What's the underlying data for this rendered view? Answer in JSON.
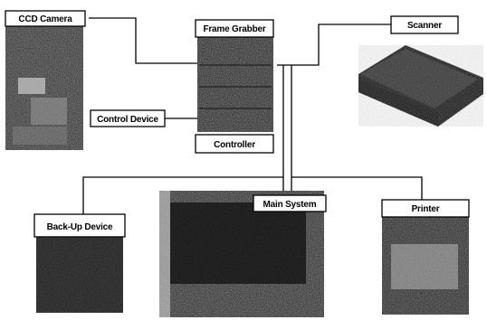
{
  "labels": {
    "ccd_camera": "CCD Camera",
    "frame_grabber": "Frame Grabber",
    "scanner": "Scanner",
    "control_device": "Control Device",
    "controller": "Controller",
    "main_system": "Main System",
    "back_up_device": "Back-Up Device",
    "printer": "Printer"
  },
  "colors": {
    "background": "#ffffff",
    "line": "#000000",
    "device_dark": "#111111",
    "device_mid": "#2a2a2a"
  }
}
